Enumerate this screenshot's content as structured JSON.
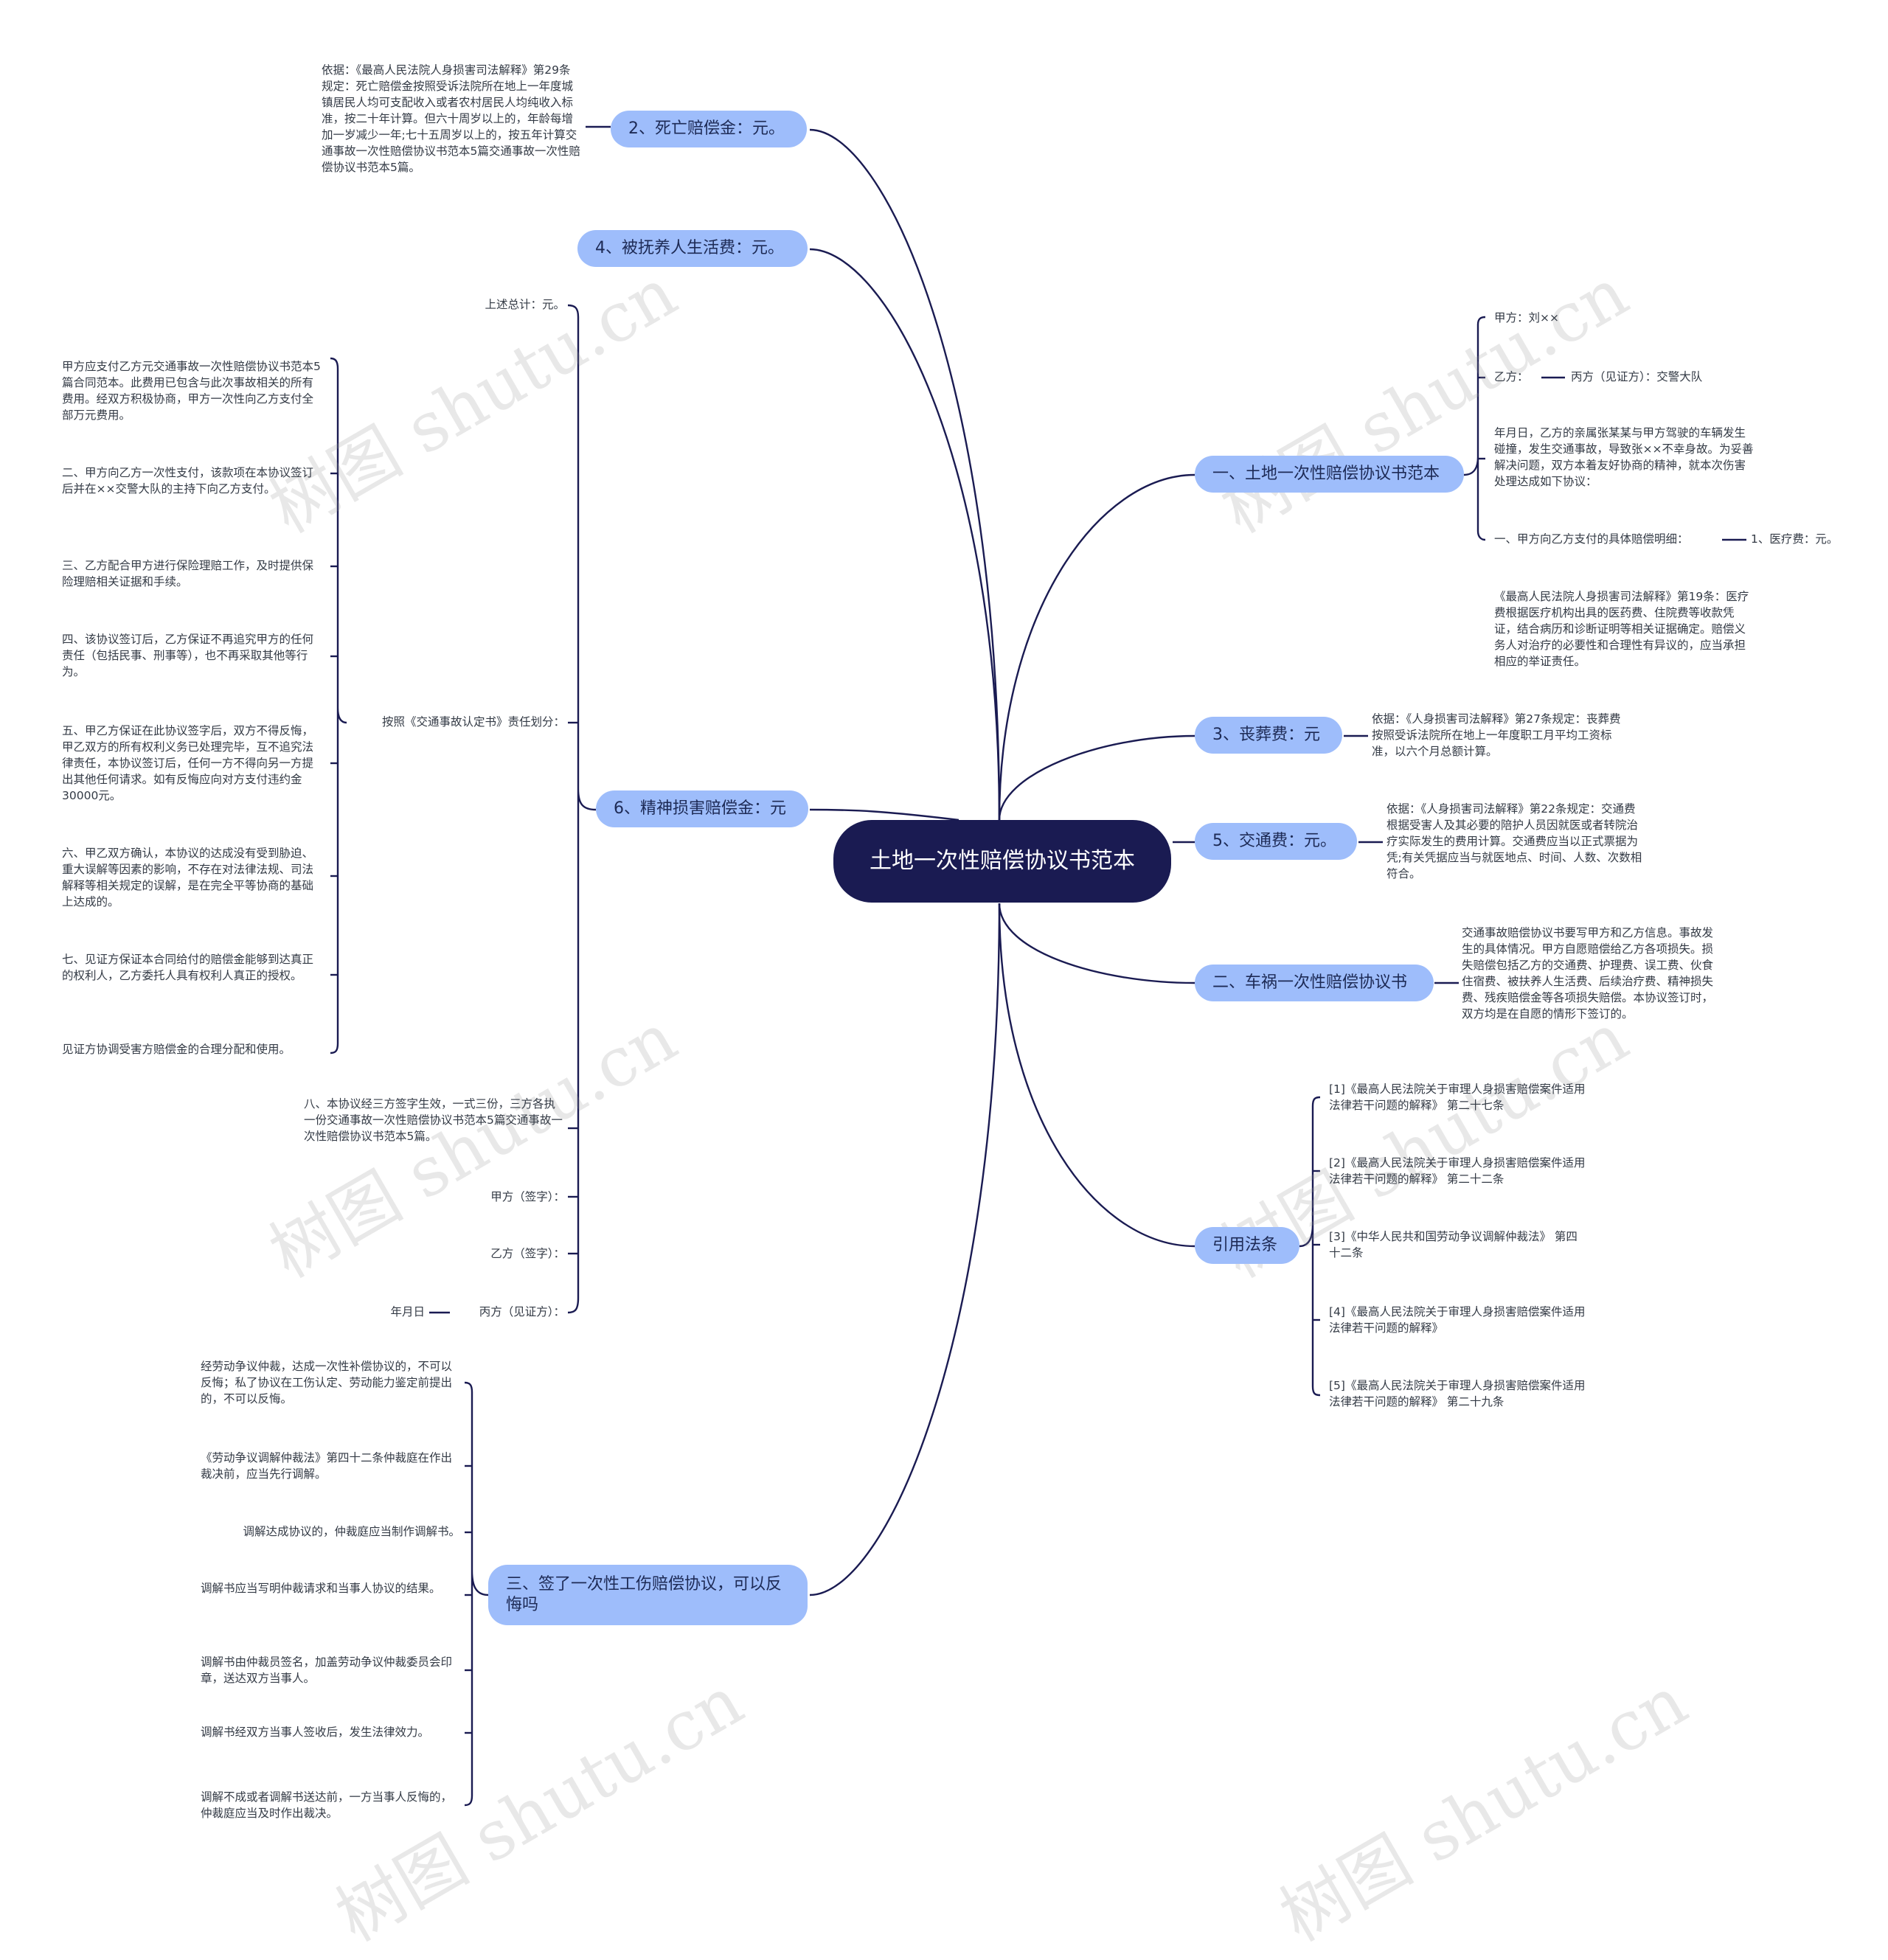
{
  "root": "土地一次性赔偿协议书范本",
  "watermark": "树图 shutu.cn",
  "branches": {
    "b2": "2、死亡赔偿金：元。",
    "b4": "4、被抚养人生活费：元。",
    "b6": "6、精神损害赔偿金：元",
    "bsan": "三、签了一次性工伤赔偿协议，可以反悔吗",
    "byi": "一、土地一次性赔偿协议书范本",
    "b3": "3、丧葬费：元",
    "b5": "5、交通费：元。",
    "ber": "二、车祸一次性赔偿协议书",
    "bref": "引用法条"
  },
  "leaves": {
    "b2_note": "依据：《最高人民法院人身损害司法解释》第29条规定：死亡赔偿金按照受诉法院所在地上一年度城镇居民人均可支配收入或者农村居民人均纯收入标准，按二十年计算。但六十周岁以上的，年龄每增加一岁减少一年;七十五周岁以上的，按五年计算交通事故一次性赔偿协议书范本5篇交通事故一次性赔偿协议书范本5篇。",
    "b6_total": "上述总计：元。",
    "b6_resp": "按照《交通事故认定书》责任划分：",
    "b6_resp_items": [
      "甲方应支付乙方元交通事故一次性赔偿协议书范本5篇合同范本。此费用已包含与此次事故相关的所有费用。经双方积极协商，甲方一次性向乙方支付全部万元费用。",
      "二、甲方向乙方一次性支付，该款项在本协议签订后并在××交警大队的主持下向乙方支付。",
      "三、乙方配合甲方进行保险理赔工作，及时提供保险理赔相关证据和手续。",
      "四、该协议签订后，乙方保证不再追究甲方的任何责任（包括民事、刑事等），也不再采取其他等行为。",
      "五、甲乙方保证在此协议签字后，双方不得反悔，甲乙双方的所有权利义务已处理完毕，互不追究法律责任，本协议签订后，任何一方不得向另一方提出其他任何请求。如有反悔应向对方支付违约金30000元。",
      "六、甲乙双方确认，本协议的达成没有受到胁迫、重大误解等因素的影响，不存在对法律法规、司法解释等相关规定的误解，是在完全平等协商的基础上达成的。",
      "七、见证方保证本合同给付的赔偿金能够到达真正的权利人，乙方委托人具有权利人真正的授权。",
      "见证方协调受害方赔偿金的合理分配和使用。"
    ],
    "b6_eight": "八、本协议经三方签字生效，一式三份，三方各执一份交通事故一次性赔偿协议书范本5篇交通事故一次性赔偿协议书范本5篇。",
    "b6_jia": "甲方（签字）：",
    "b6_yi": "乙方（签字）：",
    "b6_bing": "丙方（见证方）：",
    "b6_date": "年月日",
    "bsan_items": [
      "经劳动争议仲裁，达成一次性补偿协议的，不可以反悔；私了协议在工伤认定、劳动能力鉴定前提出的，不可以反悔。",
      "《劳动争议调解仲裁法》第四十二条仲裁庭在作出裁决前，应当先行调解。",
      "调解达成协议的，仲裁庭应当制作调解书。",
      "调解书应当写明仲裁请求和当事人协议的结果。",
      "调解书由仲裁员签名，加盖劳动争议仲裁委员会印章，送达双方当事人。",
      "调解书经双方当事人签收后，发生法律效力。",
      "调解不成或者调解书送达前，一方当事人反悔的，仲裁庭应当及时作出裁决。"
    ],
    "byi_jia": "甲方：刘××",
    "byi_yi": "乙方：",
    "byi_bing": "丙方（见证方）：交警大队",
    "byi_date": "年月日，乙方的亲属张某某与甲方驾驶的车辆发生碰撞，发生交通事故，导致张××不幸身故。为妥善解决问题，双方本着友好协商的精神，就本次伤害处理达成如下协议：",
    "byi_detail": "一、甲方向乙方支付的具体赔偿明细：",
    "byi_med": "1、医疗费：元。",
    "byi_law": "《最高人民法院人身损害司法解释》第19条：医疗费根据医疗机构出具的医药费、住院费等收款凭证，结合病历和诊断证明等相关证据确定。赔偿义务人对治疗的必要性和合理性有异议的，应当承担相应的举证责任。",
    "b3_note": "依据：《人身损害司法解释》第27条规定：丧葬费按照受诉法院所在地上一年度职工月平均工资标准，以六个月总额计算。",
    "b5_note": "依据：《人身损害司法解释》第22条规定：交通费根据受害人及其必要的陪护人员因就医或者转院治疗实际发生的费用计算。交通费应当以正式票据为凭;有关凭据应当与就医地点、时间、人数、次数相符合。",
    "ber_note": "交通事故赔偿协议书要写甲方和乙方信息。事故发生的具体情况。甲方自愿赔偿给乙方各项损失。损失赔偿包括乙方的交通费、护理费、误工费、伙食住宿费、被扶养人生活费、后续治疗费、精神损失费、残疾赔偿金等各项损失赔偿。本协议签订时，双方均是在自愿的情形下签订的。",
    "bref_items": [
      "[1]《最高人民法院关于审理人身损害赔偿案件适用法律若干问题的解释》 第二十七条",
      "[2]《最高人民法院关于审理人身损害赔偿案件适用法律若干问题的解释》 第二十二条",
      "[3]《中华人民共和国劳动争议调解仲裁法》 第四十二条",
      "[4]《最高人民法院关于审理人身损害赔偿案件适用法律若干问题的解释》",
      "[5]《最高人民法院关于审理人身损害赔偿案件适用法律若干问题的解释》 第二十九条"
    ]
  },
  "colors": {
    "root_fill": "#1a1b52",
    "branch_fill": "#9ebdfb",
    "line": "#1a1b52"
  }
}
